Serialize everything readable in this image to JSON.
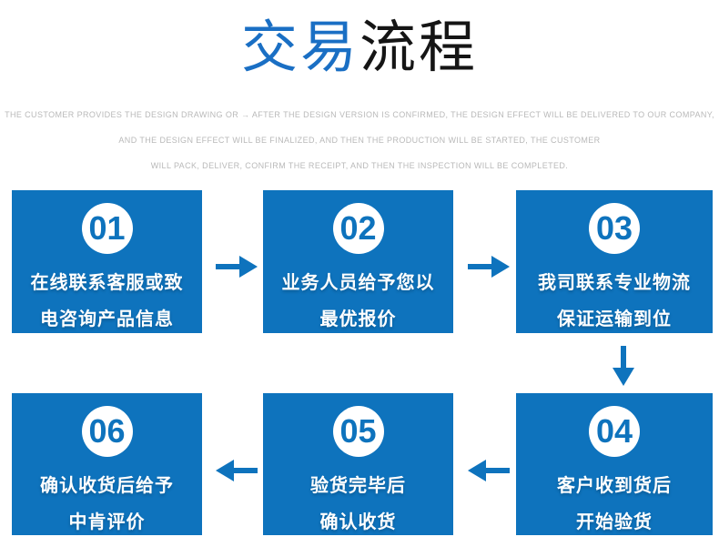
{
  "title": {
    "blue": "交易",
    "black": "流程"
  },
  "subtitle": {
    "line1": "THE CUSTOMER PROVIDES THE DESIGN DRAWING OR → AFTER THE DESIGN VERSION IS CONFIRMED, THE DESIGN EFFECT WILL BE DELIVERED TO OUR COMPANY,",
    "line2": "AND THE DESIGN EFFECT WILL BE FINALIZED, AND THEN THE PRODUCTION WILL BE STARTED, THE CUSTOMER",
    "line3": "WILL PACK, DELIVER, CONFIRM THE RECEIPT, AND THEN THE INSPECTION WILL BE COMPLETED."
  },
  "steps": [
    {
      "number": "01",
      "line1": "在线联系客服或致",
      "line2": "电咨询产品信息"
    },
    {
      "number": "02",
      "line1": "业务人员给予您以",
      "line2": "最优报价"
    },
    {
      "number": "03",
      "line1": "我司联系专业物流",
      "line2": "保证运输到位"
    },
    {
      "number": "04",
      "line1": "客户收到货后",
      "line2": "开始验货"
    },
    {
      "number": "05",
      "line1": "验货完毕后",
      "line2": "确认收货"
    },
    {
      "number": "06",
      "line1": "确认收货后给予",
      "line2": "中肯评价"
    }
  ],
  "icons": {
    "arrow_right": "arrow-right-icon",
    "arrow_left": "arrow-left-icon",
    "arrow_down": "arrow-down-icon"
  },
  "colors": {
    "primary_blue": "#0e73bd",
    "title_blue": "#1a6fc4",
    "title_black": "#151515",
    "subtitle_gray": "#b9b9b9",
    "step_text_white": "#ffffff"
  }
}
